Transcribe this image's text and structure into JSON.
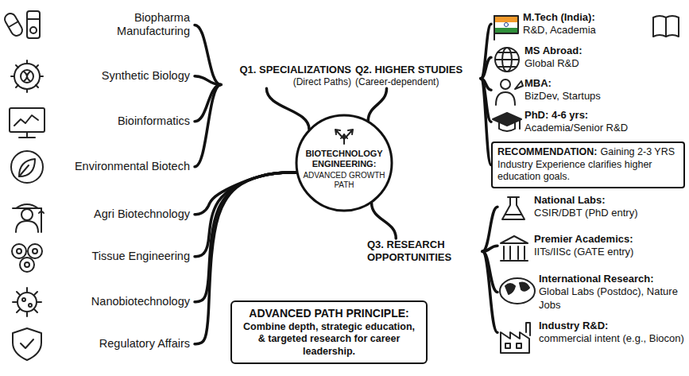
{
  "diagram": {
    "nodes": [
      {
        "text": [
          "BIOTECHNOLOGY ENGINEERING:",
          "ADVANCED GROWTH PATH"
        ]
      },
      {
        "text": [
          "Q1. SPECIALIZATIONS",
          "(Direct Paths)"
        ]
      },
      {
        "text": [
          "Biopharma Manufacturing"
        ]
      },
      {
        "text": [
          "Synthetic Biology"
        ]
      },
      {
        "text": [
          "Bioinformatics"
        ]
      },
      {
        "text": [
          "Environmental Biotech"
        ]
      },
      {
        "text": [
          "Agri Biotechnology"
        ]
      },
      {
        "text": [
          "Tissue Engineering"
        ]
      },
      {
        "text": [
          "Nanobiotechnology"
        ]
      },
      {
        "text": [
          "Regulatory Affairs"
        ]
      },
      {
        "text": [
          "Q2. HIGHER STUDIES",
          "(Career-dependent)"
        ]
      },
      {
        "text": [
          "M.Tech (India):",
          "R&D, Academia"
        ]
      },
      {
        "text": [
          "MS Abroad:",
          "Global R&D"
        ]
      },
      {
        "text": [
          "MBA:",
          "BizDev, Startups"
        ]
      },
      {
        "text": [
          "PhD: 4-6 yrs:",
          "Academia/Senior R&D"
        ]
      },
      {
        "text": [
          "RECOMMENDATION:",
          "Gaining 2-3 YRS Industry Experience clarifies higher education goals."
        ]
      },
      {
        "text": [
          "Q3. RESEARCH OPPORTUNITIES"
        ]
      },
      {
        "text": [
          "National Labs:",
          "CSIR/DBT (PhD entry)"
        ]
      },
      {
        "text": [
          "Premier Academics:",
          "IITs/IISc (GATE entry)"
        ]
      },
      {
        "text": [
          "International Research:",
          "Global Labs (Postdoc), Nature Jobs"
        ]
      },
      {
        "text": [
          "Industry R&D:",
          "commercial intent (e.g., Biocon)"
        ]
      },
      {
        "text": [
          "ADVANCED PATH PRINCIPLE:",
          "Combine depth, strategic education, & targeted research for career leadership."
        ]
      }
    ],
    "edges": [
      {
        "from": 0,
        "to": 1,
        "arrow": "none"
      },
      {
        "from": 1,
        "to": 2,
        "arrow": "none"
      },
      {
        "from": 1,
        "to": 3,
        "arrow": "none"
      },
      {
        "from": 1,
        "to": 4,
        "arrow": "none"
      },
      {
        "from": 1,
        "to": 5,
        "arrow": "none"
      },
      {
        "from": 0,
        "to": 6,
        "arrow": "none"
      },
      {
        "from": 0,
        "to": 7,
        "arrow": "none"
      },
      {
        "from": 0,
        "to": 8,
        "arrow": "none"
      },
      {
        "from": 0,
        "to": 9,
        "arrow": "none"
      },
      {
        "from": 0,
        "to": 10,
        "arrow": "none"
      },
      {
        "from": 10,
        "to": 11,
        "arrow": "none"
      },
      {
        "from": 10,
        "to": 12,
        "arrow": "none"
      },
      {
        "from": 10,
        "to": 13,
        "arrow": "none"
      },
      {
        "from": 10,
        "to": 14,
        "arrow": "none"
      },
      {
        "from": 10,
        "to": 15,
        "arrow": "none"
      },
      {
        "from": 0,
        "to": 16,
        "arrow": "none"
      },
      {
        "from": 16,
        "to": 17,
        "arrow": "none"
      },
      {
        "from": 16,
        "to": 18,
        "arrow": "none"
      },
      {
        "from": 16,
        "to": 19,
        "arrow": "none"
      },
      {
        "from": 16,
        "to": 20,
        "arrow": "none"
      }
    ]
  }
}
